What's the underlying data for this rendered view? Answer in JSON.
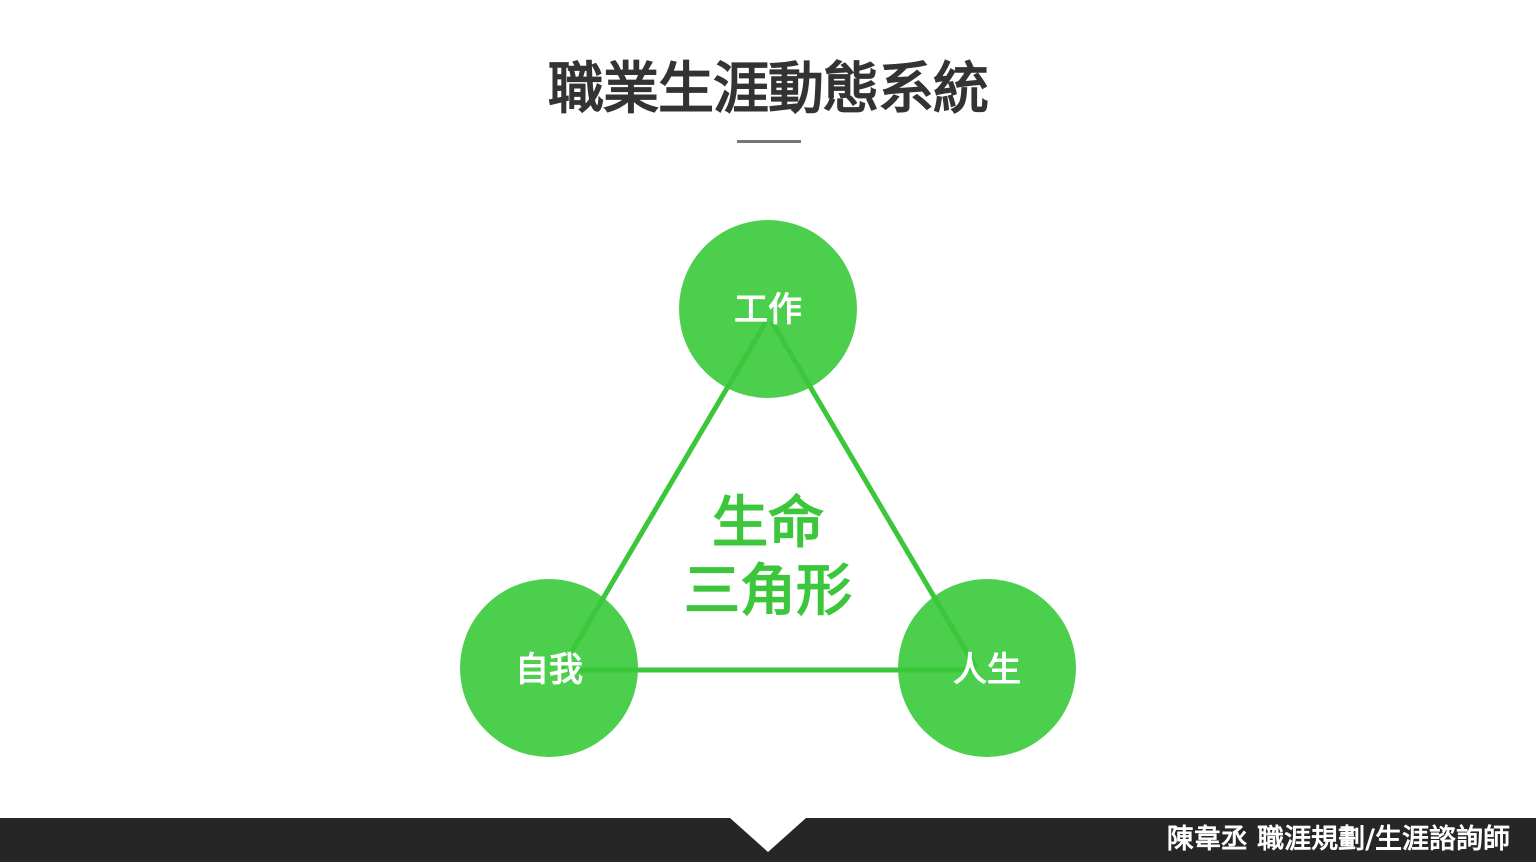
{
  "slide": {
    "title": "職業生涯動態系統"
  },
  "diagram": {
    "nodes": {
      "top": "工作",
      "left": "自我",
      "right": "人生"
    },
    "center_line1": "生命",
    "center_line2": "三角形",
    "colors": {
      "circle": "#4ccf4c",
      "edge": "#3cc63c",
      "center_text": "#3cc63c"
    }
  },
  "footer": {
    "text": "陳韋丞 職涯規劃/生涯諮詢師",
    "background": "#262626"
  }
}
